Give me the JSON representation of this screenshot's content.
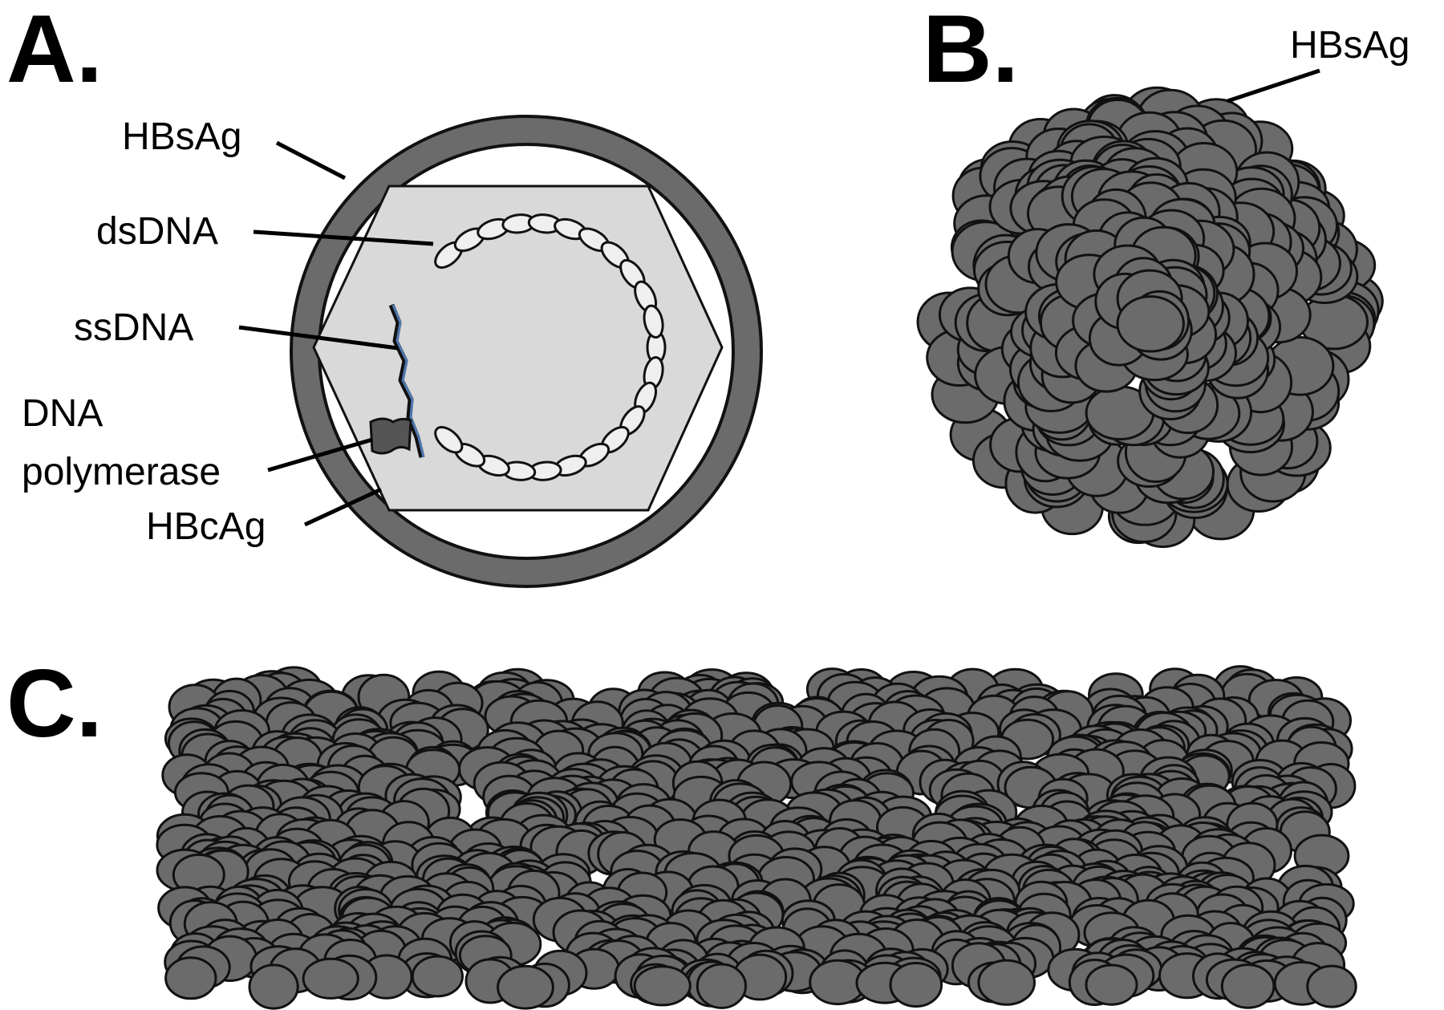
{
  "panels": {
    "a": {
      "letter": "A.",
      "labels": {
        "hbsag": "HBsAg",
        "dsdna": "dsDNA",
        "ssdna": "ssDNA",
        "dna_polymerase_line1": "DNA",
        "dna_polymerase_line2": "polymerase",
        "hbcag": "HBcAg"
      }
    },
    "b": {
      "letter": "B.",
      "labels": {
        "hbsag": "HBsAg"
      }
    },
    "c": {
      "letter": "C."
    }
  },
  "colors": {
    "envelope": "#6b6b6b",
    "capsid": "#d9d9d9",
    "dna_fill": "#efefef",
    "ssdna_strand": "#4f78b0",
    "polymerase": "#555555",
    "outline": "#111111"
  }
}
